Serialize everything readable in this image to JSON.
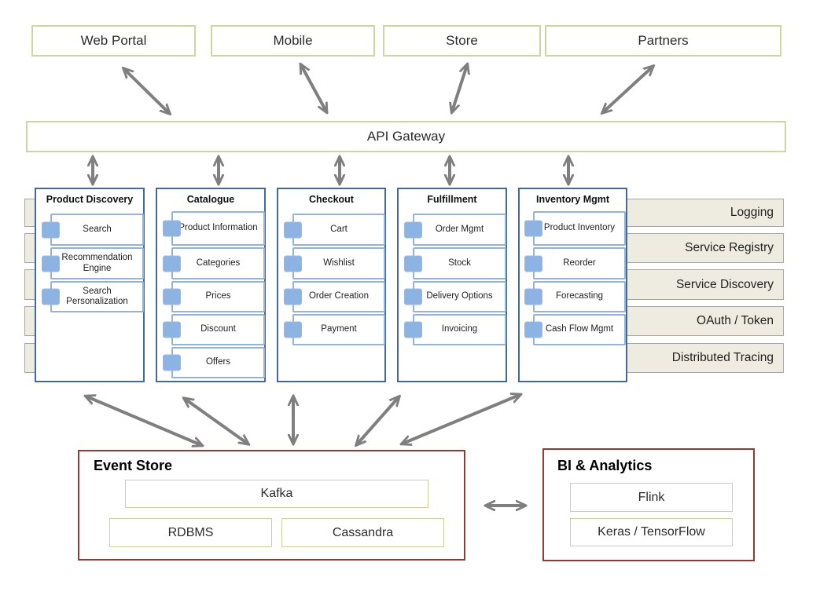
{
  "clients": [
    {
      "label": "Web Portal"
    },
    {
      "label": "Mobile"
    },
    {
      "label": "Store"
    },
    {
      "label": "Partners"
    }
  ],
  "gateway": {
    "label": "API Gateway"
  },
  "services": [
    {
      "title": "Product Discovery",
      "items": [
        "Search",
        "Recommendation Engine",
        "Search Personalization"
      ]
    },
    {
      "title": "Catalogue",
      "items": [
        "Product Information",
        "Categories",
        "Prices",
        "Discount",
        "Offers"
      ]
    },
    {
      "title": "Checkout",
      "items": [
        "Cart",
        "Wishlist",
        "Order Creation",
        "Payment"
      ]
    },
    {
      "title": "Fulfillment",
      "items": [
        "Order Mgmt",
        "Stock",
        "Delivery Options",
        "Invoicing"
      ]
    },
    {
      "title": "Inventory Mgmt",
      "items": [
        "Product Inventory",
        "Reorder",
        "Forecasting",
        "Cash Flow Mgmt"
      ]
    }
  ],
  "platform_services": [
    "Logging",
    "Service Registry",
    "Service Discovery",
    "OAuth / Token",
    "Distributed Tracing"
  ],
  "event_store": {
    "title": "Event Store",
    "broker": "Kafka",
    "stores": [
      "RDBMS",
      "Cassandra"
    ]
  },
  "bi": {
    "title": "BI & Analytics",
    "items": [
      "Flink",
      "Keras / TensorFlow"
    ]
  },
  "colors": {
    "olive_border": "#ccd79f",
    "service_outer_border": "#41699c",
    "service_inner_border": "#95b3d7",
    "bullet_fill": "#8db3e2",
    "band_fill": "#eeece1",
    "band_border": "#a6a6a6",
    "maroon_border": "#943735",
    "arrow_gray": "#7f7f7f"
  }
}
